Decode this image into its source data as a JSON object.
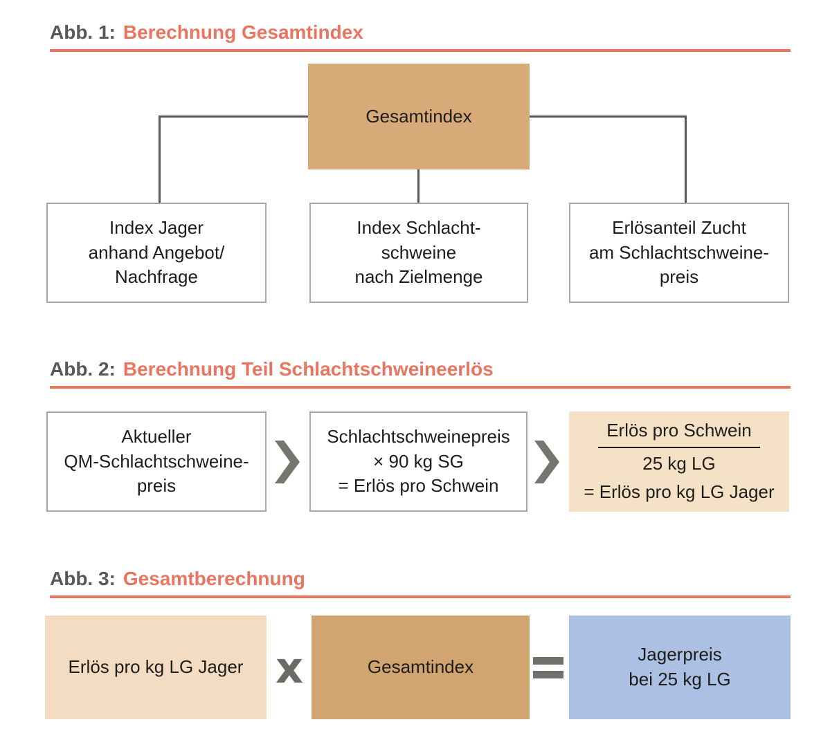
{
  "colors": {
    "accent_salmon": "#e97560",
    "header_label_gray": "#575756",
    "tan": "#d8aa77",
    "tan_dark": "#d2a46f",
    "cream": "#f5e1c6",
    "cream_light": "#f3dcc1",
    "blue": "#abc0e2",
    "box_border_gray": "#a6a6a6",
    "connector_gray": "#57575a",
    "operator_gray": "#71716c",
    "text_black": "#1d1d1b"
  },
  "fig1": {
    "label": "Abb. 1:",
    "title": "Berechnung Gesamtindex",
    "root_box": "Gesamtindex",
    "children": [
      {
        "text": "Index Jager\nanhand Angebot/\nNachfrage"
      },
      {
        "text": "Index Schlacht-\nschweine\nnach Zielmenge"
      },
      {
        "text": "Erlösanteil Zucht\nam Schlachtschweine-\npreis"
      }
    ]
  },
  "fig2": {
    "label": "Abb. 2:",
    "title": "Berechnung Teil Schlachtschweineerlös",
    "step1": "Aktueller\nQM-Schlachtschweine-\npreis",
    "step2": "Schlachtschweinepreis\n× 90 kg SG\n= Erlös pro Schwein",
    "arrow_icon": "chevron-right",
    "result": {
      "numerator": "Erlös pro Schwein",
      "denominator": "25 kg LG",
      "equals_line": "= Erlös pro kg LG Jager"
    }
  },
  "fig3": {
    "label": "Abb. 3:",
    "title": "Gesamtberechnung",
    "factor1": "Erlös pro kg LG Jager",
    "multiply_symbol": "x",
    "factor2": "Gesamtindex",
    "equals_symbol": "=",
    "result": "Jagerpreis\nbei 25 kg LG"
  }
}
